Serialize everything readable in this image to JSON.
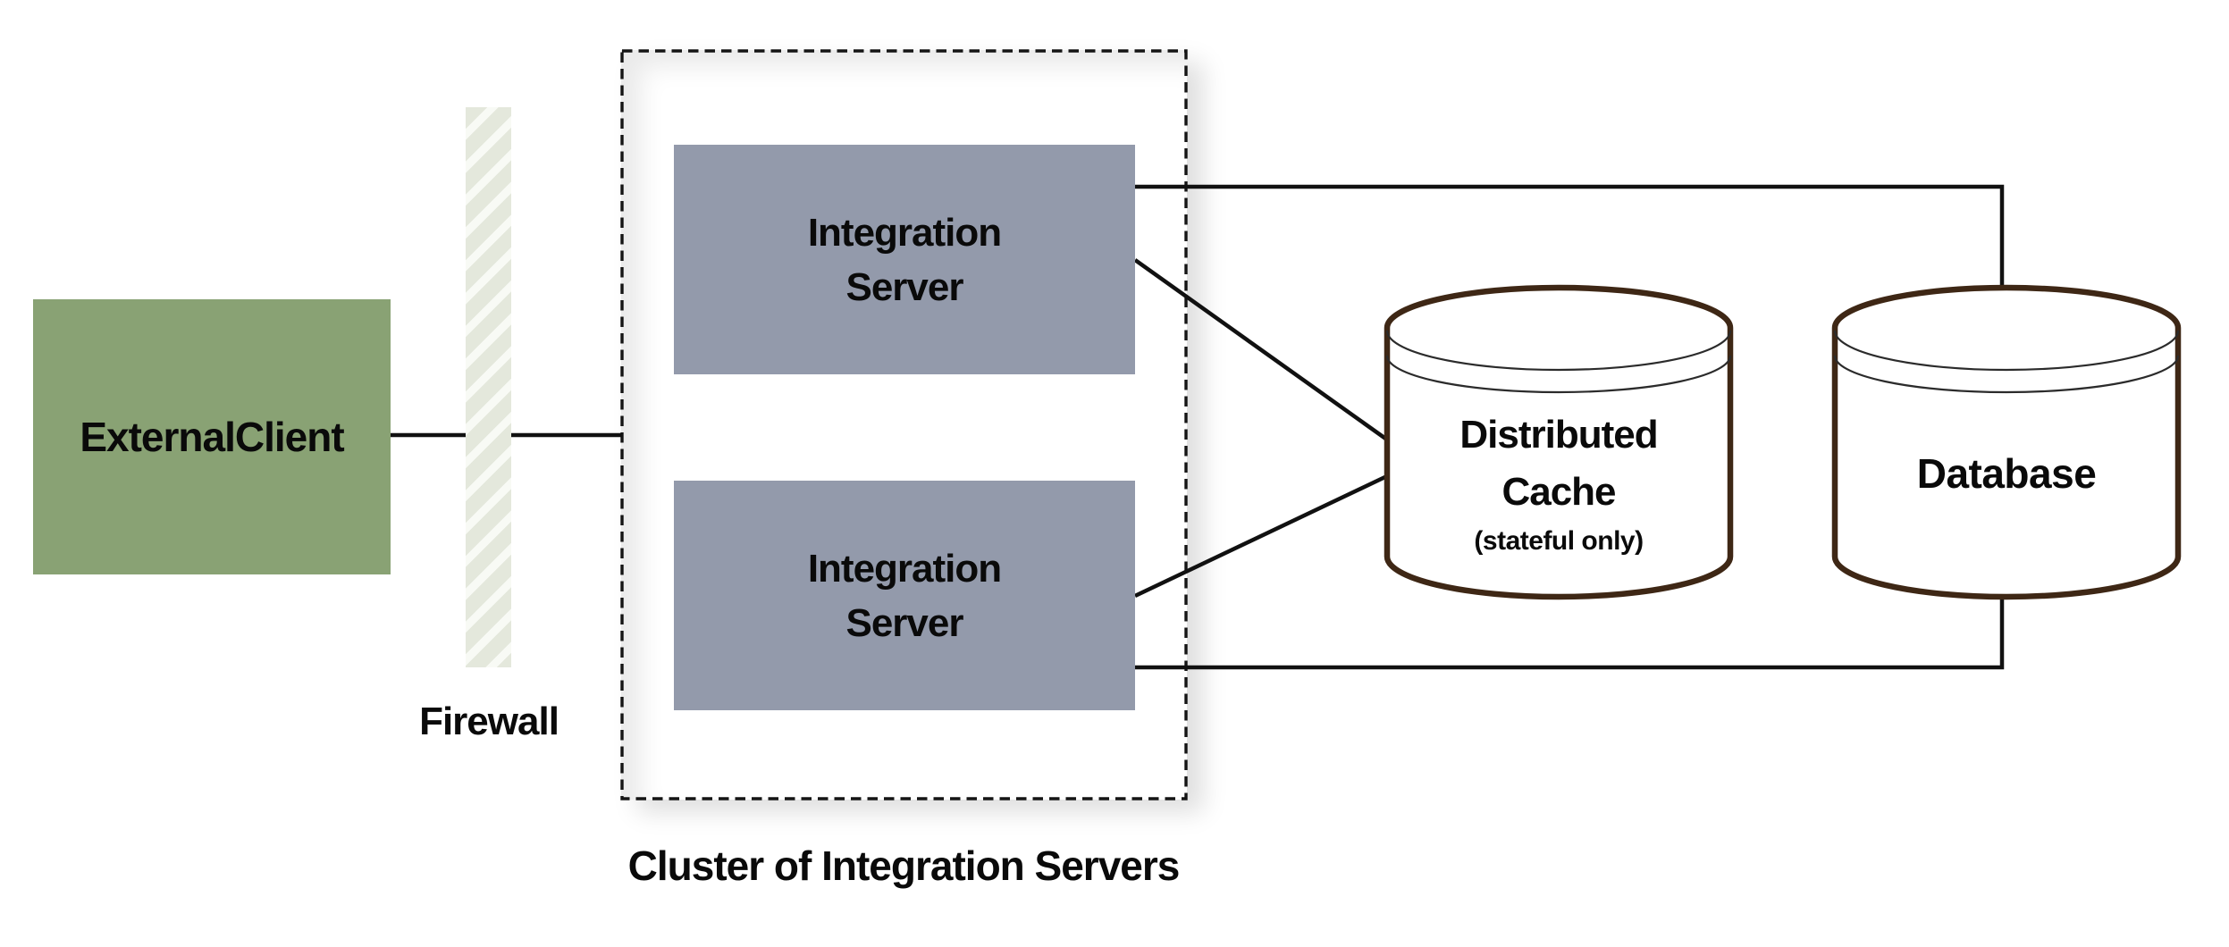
{
  "diagram": {
    "caption": "Cluster of Integration Servers",
    "nodes": {
      "external_client": {
        "label": "ExternalClient"
      },
      "firewall": {
        "label": "Firewall"
      },
      "integration_server_top": {
        "line1": "Integration",
        "line2": "Server"
      },
      "integration_server_bottom": {
        "line1": "Integration",
        "line2": "Server"
      },
      "distributed_cache": {
        "line1": "Distributed",
        "line2": "Cache",
        "note": "(stateful only)"
      },
      "database": {
        "label": "Database"
      }
    },
    "palette": {
      "client_fill": "#89A274",
      "server_fill": "#939AAB",
      "cylinder_outline": "#3E2715",
      "connector": "#111111",
      "firewall_base": "#E4E8DC",
      "firewall_stripe": "#F8FAF5"
    }
  }
}
